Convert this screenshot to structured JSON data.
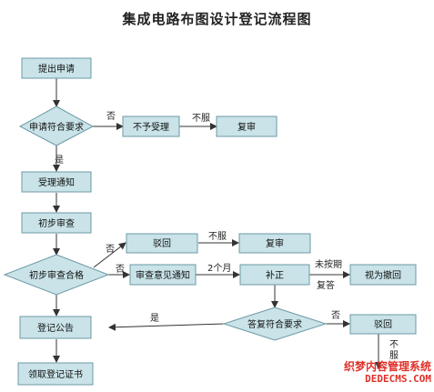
{
  "title": "集成电路布图设计登记流程图",
  "nodes": {
    "submit": "提出申请",
    "check_requirements": "申请符合要求",
    "reject_acceptance": "不予受理",
    "review_1": "复审",
    "acceptance_notice": "受理通知",
    "preliminary_exam": "初步审查",
    "preliminary_pass": "初步审查合格",
    "rejected_1": "驳回",
    "review_2": "复审",
    "opinion_notice": "审查意见通知",
    "supplement": "补正",
    "deemed_withdrawn": "视为撤回",
    "reply_ok": "答复符合要求",
    "rejected_2": "驳回",
    "announcement": "登记公告",
    "certificate": "领取登记证书"
  },
  "edge_labels": {
    "no_1": "否",
    "disagree_1": "不服",
    "yes_1": "是",
    "no_2": "否",
    "disagree_2": "不服",
    "no_3": "否",
    "two_months": "2个月",
    "overdue": "未按期",
    "reply": "复答",
    "yes_2": "是",
    "no_4": "否",
    "disagree_3": "不\n服"
  },
  "watermark": {
    "line1": "织梦内容管理系统",
    "line2": "DEDECMS.COM"
  },
  "colors": {
    "node_fill": "#c9e3e8",
    "node_stroke": "#6d9aa6",
    "watermark": "#e0302a"
  }
}
